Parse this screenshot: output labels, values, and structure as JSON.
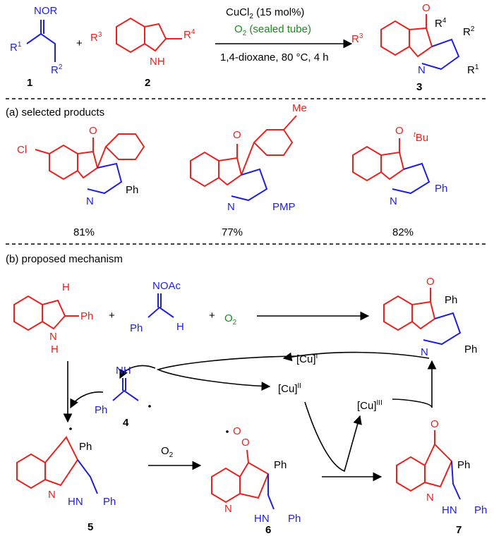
{
  "reagents": {
    "line1": "CuCl2 (15 mol%)",
    "line2": "O2 (sealed tube)",
    "line3": "1,4-dioxane, 80 °C, 4 h"
  },
  "compounds": {
    "c1": "1",
    "c2": "2",
    "c3": "3",
    "c4": "4",
    "c5": "5",
    "c6": "6",
    "c7": "7"
  },
  "sections": {
    "a": "(a) selected products",
    "b": "(b) proposed mechanism"
  },
  "yields": [
    "81%",
    "77%",
    "82%"
  ],
  "labels": {
    "nor": "NOR",
    "r1": "R1",
    "r2": "R2",
    "r3": "R3",
    "r4": "R4",
    "nh": "NH",
    "h": "H",
    "n": "N",
    "o": "O",
    "ph": "Ph",
    "cl": "Cl",
    "me": "Me",
    "pmp": "PMP",
    "tbu": "tBu",
    "noac": "NOAc",
    "nhimine": "NH",
    "hn": "HN",
    "o2": "O2",
    "plus": "+"
  },
  "catalysts": {
    "cu1": "[Cu]I",
    "cu2": "[Cu]II",
    "cu3": "[Cu]III"
  }
}
